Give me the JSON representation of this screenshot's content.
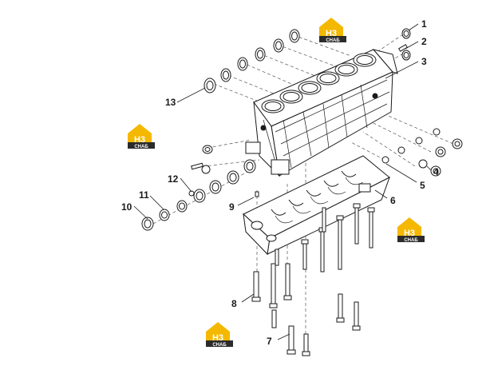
{
  "callouts": [
    "1",
    "2",
    "3",
    "4",
    "5",
    "6",
    "7",
    "8",
    "9",
    "10",
    "11",
    "12",
    "13"
  ],
  "watermark": {
    "big": "H3",
    "small": "CHAБ"
  },
  "colors": {
    "watermark_yellow": "#f5b800",
    "watermark_dark": "#2b2b2b",
    "line": "#1a1a1a"
  }
}
